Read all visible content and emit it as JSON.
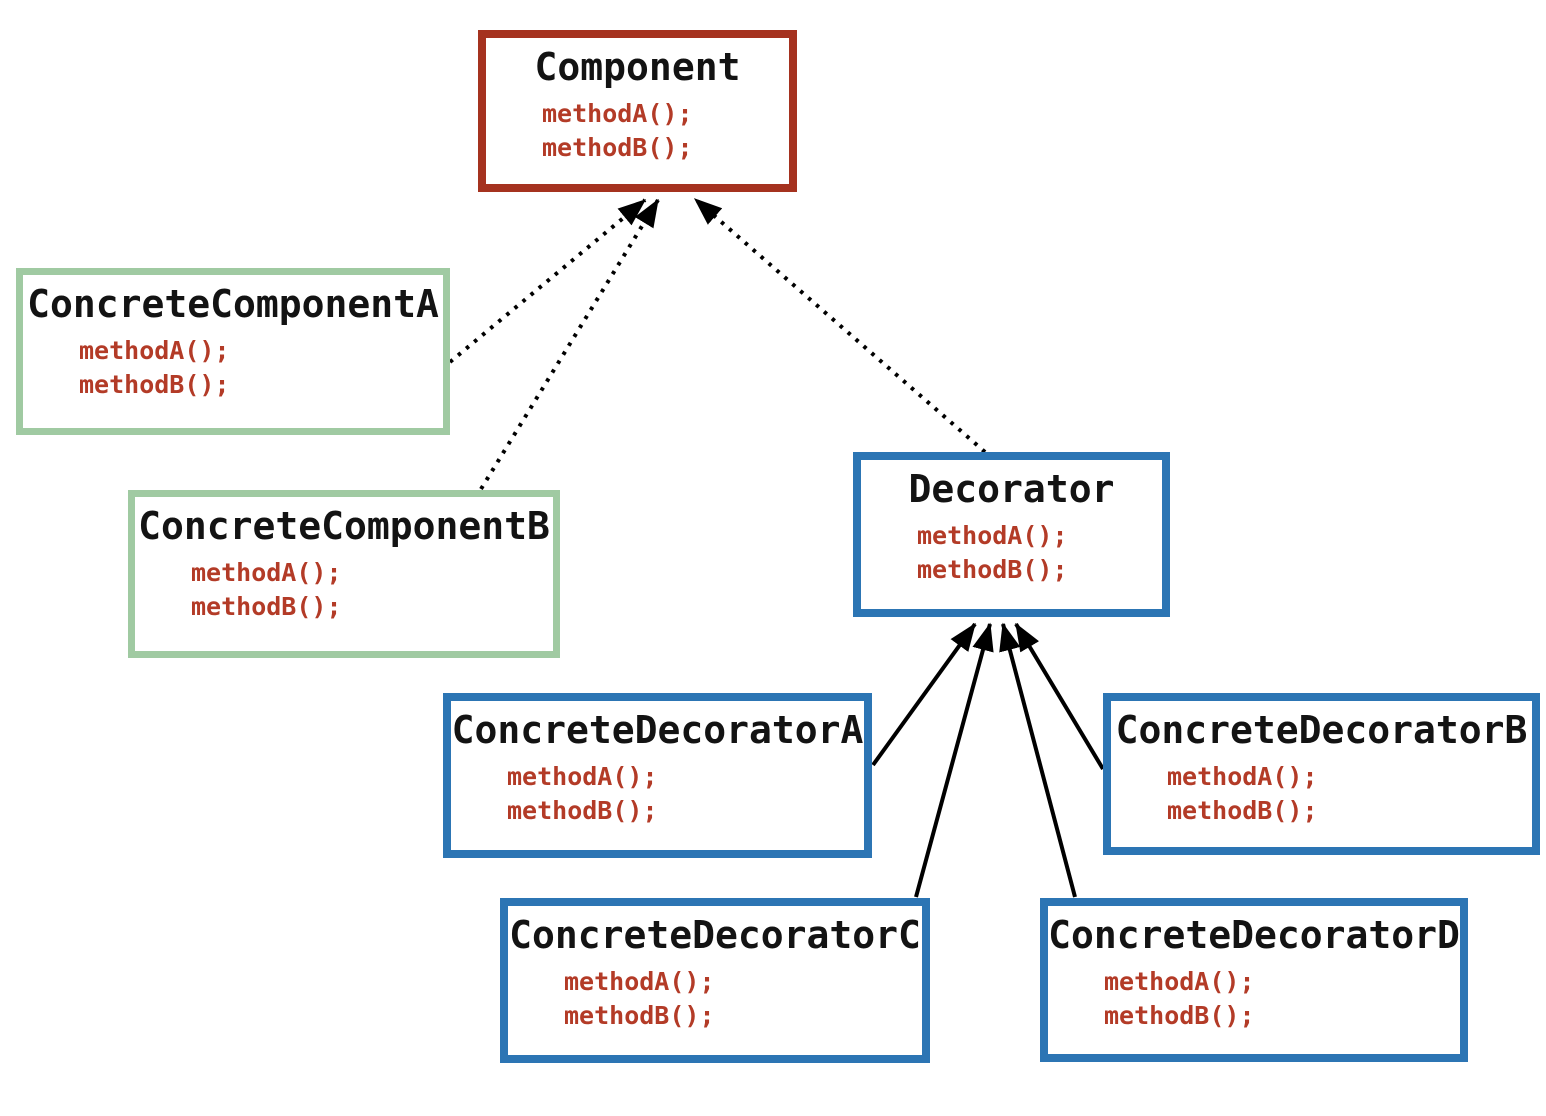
{
  "diagram": {
    "pattern": "Decorator",
    "classes": [
      {
        "id": "component",
        "name": "Component",
        "methods": [
          "methodA();",
          "methodB();"
        ],
        "border_color": "#a5321f"
      },
      {
        "id": "concrete-component-a",
        "name": "ConcreteComponentA",
        "methods": [
          "methodA();",
          "methodB();"
        ],
        "border_color": "#a0caa2"
      },
      {
        "id": "concrete-component-b",
        "name": "ConcreteComponentB",
        "methods": [
          "methodA();",
          "methodB();"
        ],
        "border_color": "#a0caa2"
      },
      {
        "id": "decorator",
        "name": "Decorator",
        "methods": [
          "methodA();",
          "methodB();"
        ],
        "border_color": "#2c75b4"
      },
      {
        "id": "concrete-decorator-a",
        "name": "ConcreteDecoratorA",
        "methods": [
          "methodA();",
          "methodB();"
        ],
        "border_color": "#2c75b4"
      },
      {
        "id": "concrete-decorator-b",
        "name": "ConcreteDecoratorB",
        "methods": [
          "methodA();",
          "methodB();"
        ],
        "border_color": "#2c75b4"
      },
      {
        "id": "concrete-decorator-c",
        "name": "ConcreteDecoratorC",
        "methods": [
          "methodA();",
          "methodB();"
        ],
        "border_color": "#2c75b4"
      },
      {
        "id": "concrete-decorator-d",
        "name": "ConcreteDecoratorD",
        "methods": [
          "methodA();",
          "methodB();"
        ],
        "border_color": "#2c75b4"
      }
    ],
    "edges": [
      {
        "from": "ConcreteComponentA",
        "to": "Component",
        "style": "dotted",
        "head": "filled-triangle"
      },
      {
        "from": "ConcreteComponentB",
        "to": "Component",
        "style": "dotted",
        "head": "filled-triangle"
      },
      {
        "from": "Decorator",
        "to": "Component",
        "style": "dotted",
        "head": "filled-triangle"
      },
      {
        "from": "ConcreteDecoratorA",
        "to": "Decorator",
        "style": "solid",
        "head": "filled-triangle"
      },
      {
        "from": "ConcreteDecoratorC",
        "to": "Decorator",
        "style": "solid",
        "head": "filled-triangle"
      },
      {
        "from": "ConcreteDecoratorD",
        "to": "Decorator",
        "style": "solid",
        "head": "filled-triangle"
      },
      {
        "from": "ConcreteDecoratorB",
        "to": "Decorator",
        "style": "solid",
        "head": "filled-triangle"
      }
    ]
  },
  "colors": {
    "component_border": "#a5321f",
    "concrete_component_border": "#a0caa2",
    "decorator_border": "#2c75b4",
    "class_name_text": "#131313",
    "method_text": "#b33b27",
    "arrow": "#000000",
    "background": "#ffffff"
  }
}
